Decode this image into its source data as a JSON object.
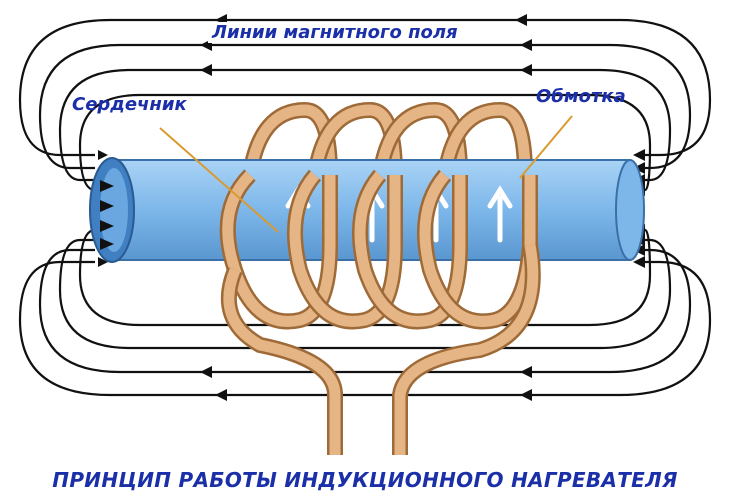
{
  "labels": {
    "field_lines": "Линии магнитного поля",
    "core": "Сердечник",
    "winding": "Обмотка"
  },
  "title": "ПРИНЦИП РАБОТЫ ИНДУКЦИОННОГО НАГРЕВАТЕЛЯ",
  "colors": {
    "text": "#1a2fa8",
    "field_lines": "#111111",
    "core_fill": "#7db7ea",
    "core_edge": "#3a6fa8",
    "coil": "#e6b585",
    "coil_edge": "#9e6a38",
    "pointer": "#d99a30"
  }
}
